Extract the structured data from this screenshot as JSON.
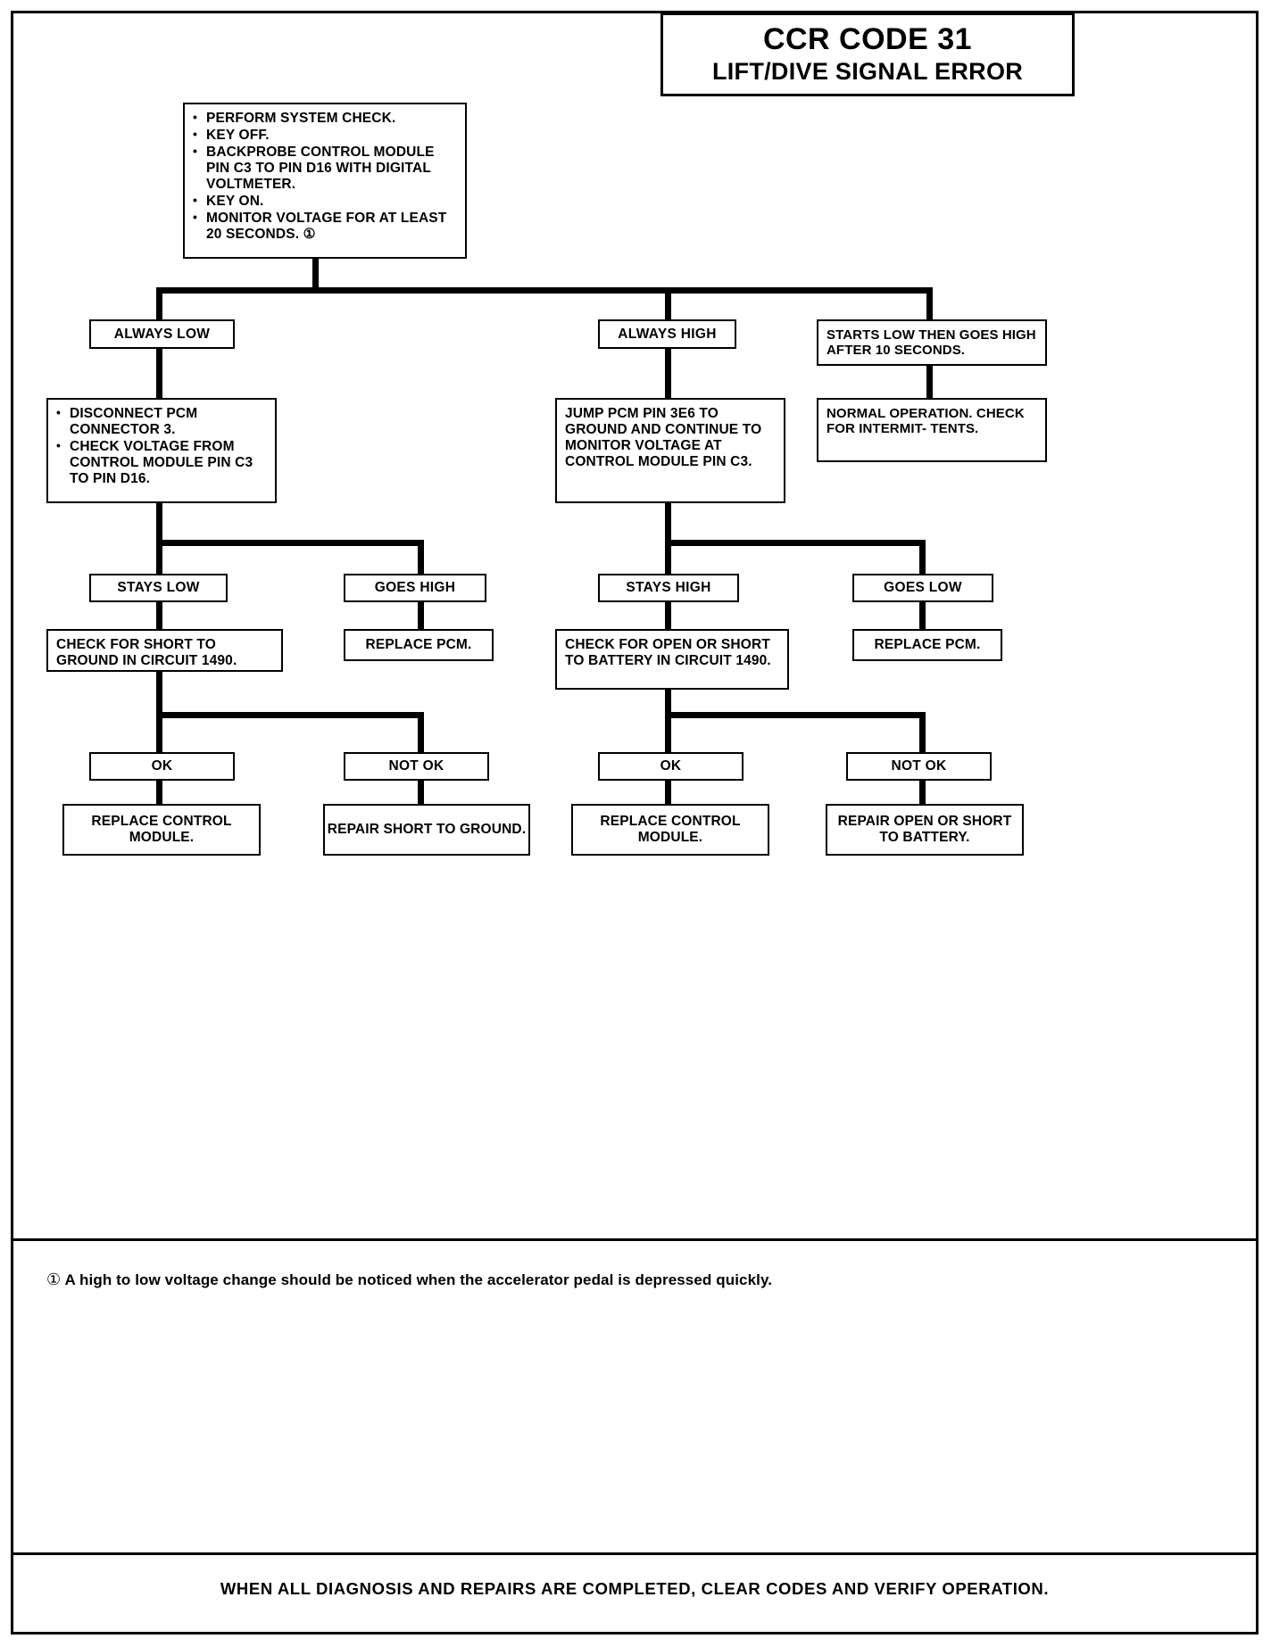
{
  "header": {
    "code": "CCR CODE 31",
    "subtitle": "LIFT/DIVE SIGNAL ERROR"
  },
  "start_box": {
    "bullets": [
      "PERFORM SYSTEM CHECK.",
      "KEY OFF.",
      "BACKPROBE CONTROL MODULE PIN C3 TO PIN D16 WITH DIGITAL VOLTMETER.",
      "KEY ON.",
      "MONITOR VOLTAGE FOR AT LEAST 20 SECONDS. ①"
    ]
  },
  "branches": {
    "always_low": {
      "label": "ALWAYS LOW",
      "action": [
        "DISCONNECT PCM CONNECTOR 3.",
        "CHECK VOLTAGE FROM CONTROL MODULE PIN C3 TO PIN D16."
      ],
      "results": {
        "stays_low": {
          "label": "STAYS LOW",
          "action": "CHECK FOR SHORT TO GROUND IN CIRCUIT 1490.",
          "ok": {
            "label": "OK",
            "action": "REPLACE CONTROL MODULE."
          },
          "not_ok": {
            "label": "NOT OK",
            "action": "REPAIR SHORT TO GROUND."
          }
        },
        "goes_high": {
          "label": "GOES HIGH",
          "action": "REPLACE PCM."
        }
      }
    },
    "always_high": {
      "label": "ALWAYS HIGH",
      "action": "JUMP PCM PIN 3E6 TO GROUND AND CONTINUE TO MONITOR VOLTAGE AT CONTROL MODULE PIN C3.",
      "results": {
        "stays_high": {
          "label": "STAYS HIGH",
          "action": "CHECK FOR OPEN OR SHORT TO BATTERY IN CIRCUIT 1490.",
          "ok": {
            "label": "OK",
            "action": "REPLACE CONTROL MODULE."
          },
          "not_ok": {
            "label": "NOT OK",
            "action": "REPAIR OPEN OR SHORT TO BATTERY."
          }
        },
        "goes_low": {
          "label": "GOES LOW",
          "action": "REPLACE PCM."
        }
      }
    },
    "starts_low": {
      "label": "STARTS LOW THEN GOES HIGH AFTER 10 SECONDS.",
      "action": "NORMAL OPERATION. CHECK FOR INTERMIT- TENTS."
    }
  },
  "footnote": {
    "mark": "①",
    "text": "A high to low voltage change should be noticed when the accelerator pedal is depressed quickly."
  },
  "footer": {
    "text": "WHEN ALL DIAGNOSIS AND REPAIRS ARE COMPLETED, CLEAR CODES AND VERIFY OPERATION."
  }
}
